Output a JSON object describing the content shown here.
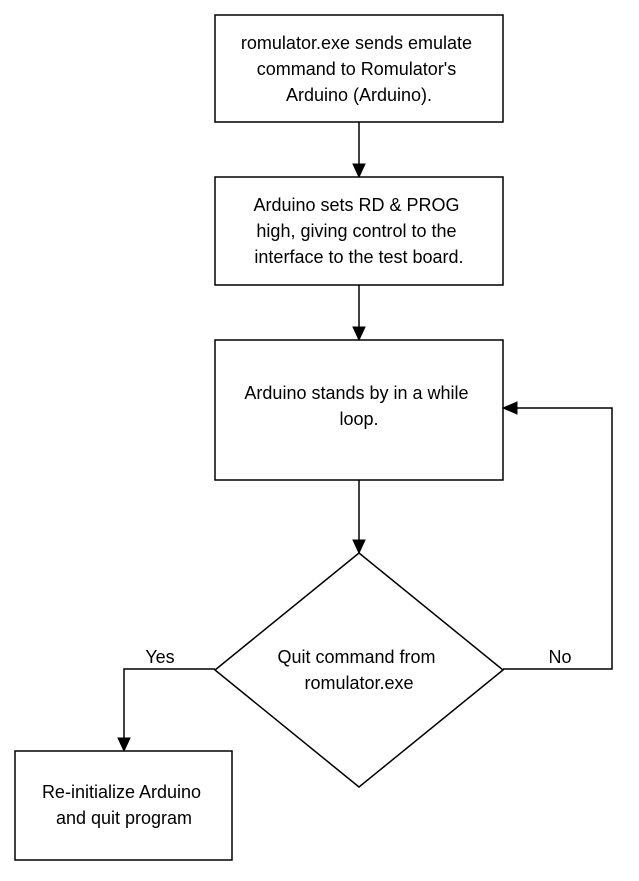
{
  "nodes": {
    "send_emulate": {
      "lines": [
        "romulator.exe sends emulate",
        "command to Romulator's",
        "Arduino (Arduino)."
      ]
    },
    "sets_rd_prog": {
      "lines": [
        "Arduino sets RD & PROG",
        "high, giving control to the",
        "interface to the test board."
      ]
    },
    "stands_by": {
      "lines": [
        "Arduino stands by in a while",
        "loop."
      ]
    },
    "quit_decision": {
      "lines": [
        "Quit command from",
        "romulator.exe"
      ]
    },
    "reinitialize": {
      "lines": [
        "Re-initialize Arduino",
        "and quit program"
      ]
    }
  },
  "edges": {
    "yes_label": "Yes",
    "no_label": "No"
  },
  "colors": {
    "stroke": "#000000",
    "fill": "#ffffff",
    "text": "#000000"
  }
}
